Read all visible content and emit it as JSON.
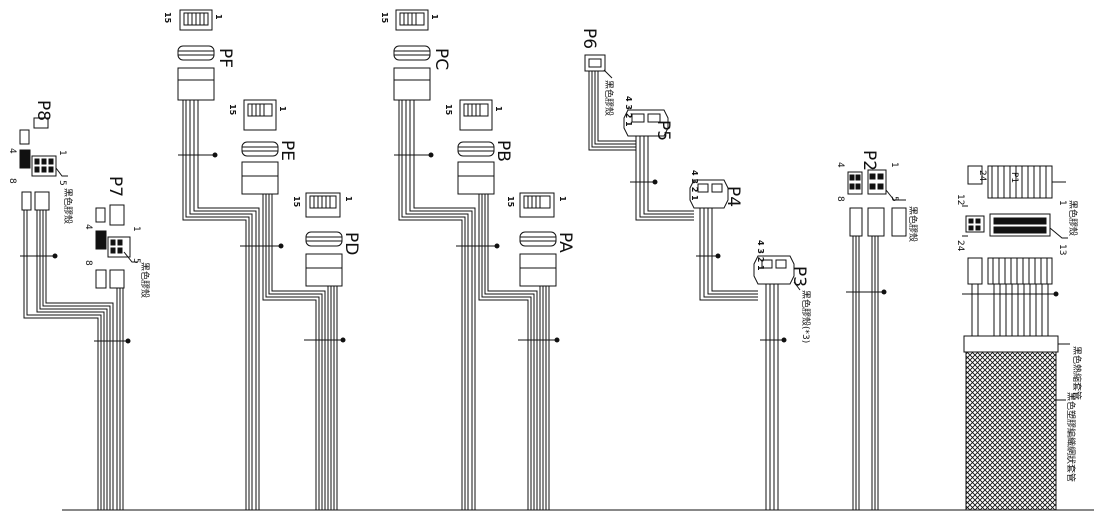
{
  "diagram": {
    "labels": {
      "P1": "P1",
      "P2": "P2",
      "P3": "P3",
      "P4": "P4",
      "P5": "P5",
      "P6": "P6",
      "P7": "P7",
      "P8": "P8",
      "PA": "PA",
      "PB": "PB",
      "PC": "PC",
      "PD": "PD",
      "PE": "PE",
      "PF": "PF"
    },
    "notes": {
      "black_housing": "黑色膠殼",
      "black_housing_x3": "黑色膠殼(*3)",
      "black_heat_shrink": "黑色熱縮套管",
      "black_mesh_sleeve": "黑色塑膠編織網狀套管"
    },
    "pin_numbers": {
      "one": "1",
      "four": "4",
      "five": "5",
      "eight": "8",
      "twelve": "12",
      "thirteen": "13",
      "twentyfour": "24",
      "sata_first": "1",
      "sata_last": "15",
      "molex_pins": "4 3 2 1"
    },
    "colors": {
      "line": "#111111",
      "background": "#ffffff"
    }
  }
}
